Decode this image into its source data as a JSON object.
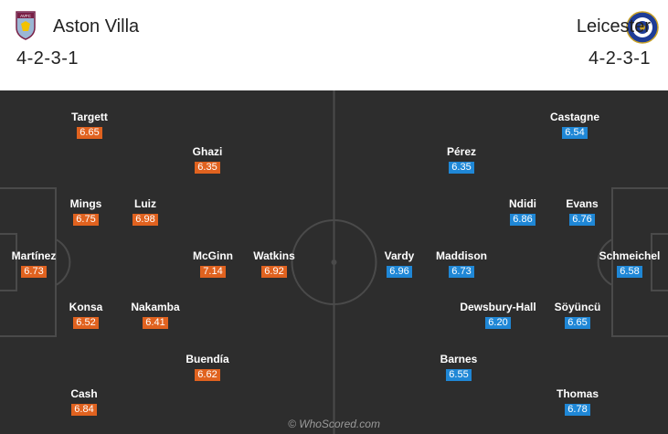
{
  "home": {
    "name": "Aston Villa",
    "crest_text": "AVFC",
    "formation": "4-2-3-1",
    "players": [
      {
        "name": "Targett",
        "rating": "6.65"
      },
      {
        "name": "Ghazi",
        "rating": "6.35"
      },
      {
        "name": "Mings",
        "rating": "6.75"
      },
      {
        "name": "Luiz",
        "rating": "6.98"
      },
      {
        "name": "Martínez",
        "rating": "6.73"
      },
      {
        "name": "McGinn",
        "rating": "7.14"
      },
      {
        "name": "Watkins",
        "rating": "6.92"
      },
      {
        "name": "Konsa",
        "rating": "6.52"
      },
      {
        "name": "Nakamba",
        "rating": "6.41"
      },
      {
        "name": "Buendía",
        "rating": "6.62"
      },
      {
        "name": "Cash",
        "rating": "6.84"
      }
    ]
  },
  "away": {
    "name": "Leicester",
    "formation": "4-2-3-1",
    "players": [
      {
        "name": "Castagne",
        "rating": "6.54"
      },
      {
        "name": "Pérez",
        "rating": "6.35"
      },
      {
        "name": "Ndidi",
        "rating": "6.86"
      },
      {
        "name": "Evans",
        "rating": "6.76"
      },
      {
        "name": "Vardy",
        "rating": "6.96"
      },
      {
        "name": "Maddison",
        "rating": "6.73"
      },
      {
        "name": "Schmeichel",
        "rating": "6.58"
      },
      {
        "name": "Dewsbury-Hall",
        "rating": "6.20"
      },
      {
        "name": "Söyüncü",
        "rating": "6.65"
      },
      {
        "name": "Barnes",
        "rating": "6.55"
      },
      {
        "name": "Thomas",
        "rating": "6.78"
      }
    ]
  },
  "colors": {
    "home_rating": "#e0621f",
    "away_rating": "#1f87d6",
    "pitch": "#2d2d2d",
    "lines": "#4a4a4a"
  },
  "watermark": "© WhoScored.com"
}
